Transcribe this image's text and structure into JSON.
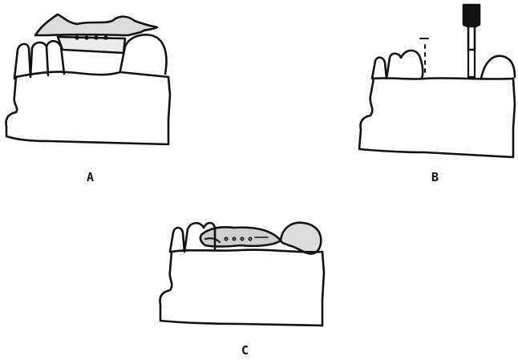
{
  "panels": [
    {
      "id": "A",
      "label": "A"
    },
    {
      "id": "B",
      "label": "B"
    },
    {
      "id": "C",
      "label": "C"
    }
  ],
  "colors": {
    "ink": "#111111",
    "paper": "#ffffff"
  }
}
